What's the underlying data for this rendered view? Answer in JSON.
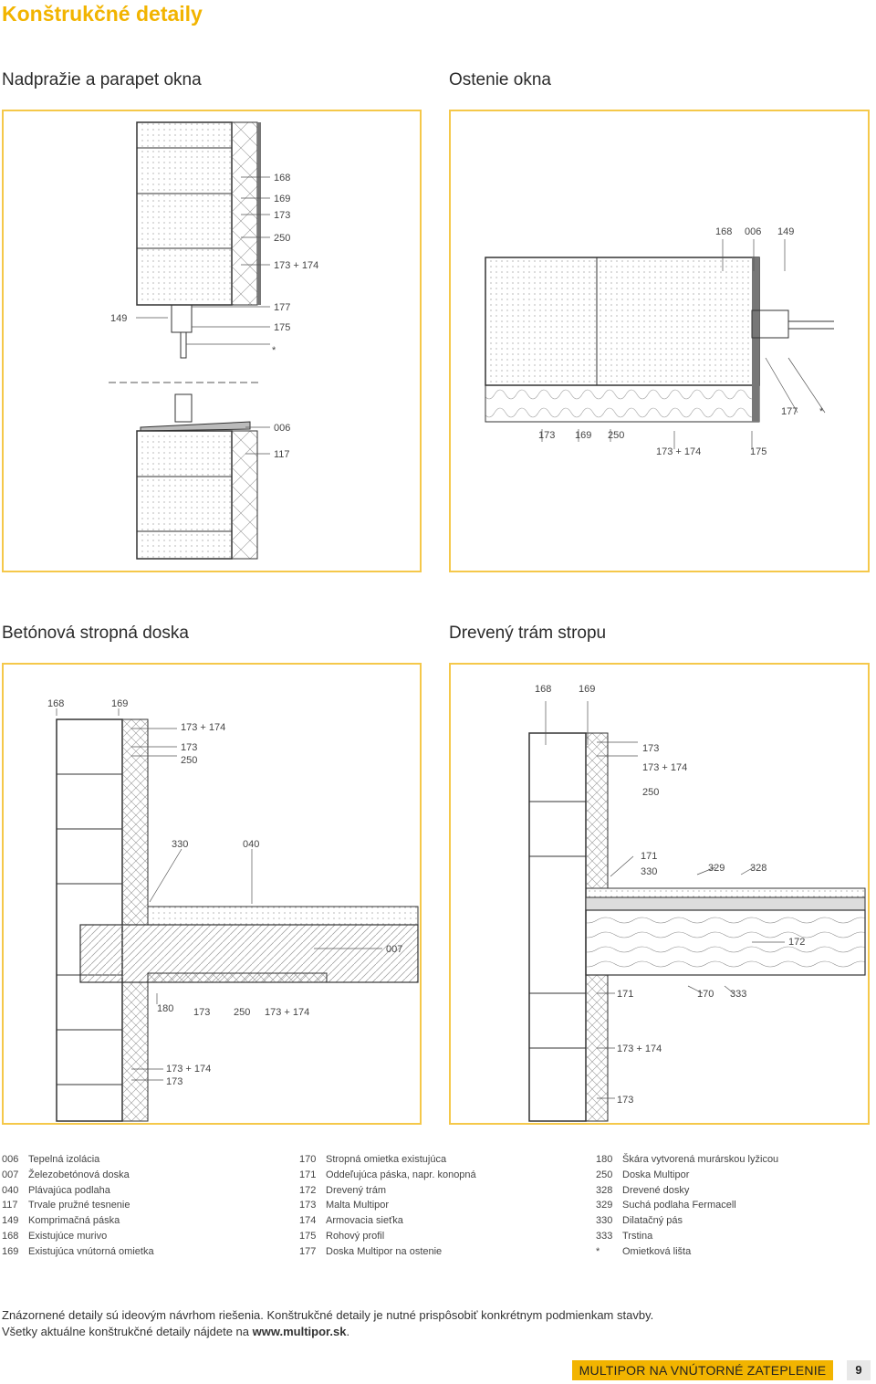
{
  "page_title": "Konštrukčné detaily",
  "sections": {
    "s1": "Nadpražie a parapet okna",
    "s2": "Ostenie okna",
    "s3": "Betónová stropná doska",
    "s4": "Drevený trám stropu"
  },
  "panel1_labels": [
    "168",
    "169",
    "173",
    "250",
    "173 + 174",
    "149",
    "177",
    "175",
    "*",
    "006",
    "117"
  ],
  "panel2_labels": [
    "168",
    "006",
    "149",
    "177",
    "*",
    "173",
    "169",
    "250",
    "173 + 174",
    "175"
  ],
  "panel3_labels": [
    "168",
    "169",
    "173 + 174",
    "173",
    "250",
    "330",
    "040",
    "007",
    "180",
    "173",
    "250",
    "173 + 174",
    "173 + 174",
    "173"
  ],
  "panel4_labels": [
    "168",
    "169",
    "173",
    "173 + 174",
    "250",
    "171",
    "330",
    "329",
    "328",
    "172",
    "171",
    "170",
    "333",
    "173 + 174",
    "173"
  ],
  "legend": [
    [
      {
        "code": "006",
        "text": "Tepelná izolácia"
      },
      {
        "code": "007",
        "text": "Železobetónová doska"
      },
      {
        "code": "040",
        "text": "Plávajúca podlaha"
      },
      {
        "code": "117",
        "text": "Trvale pružné tesnenie"
      },
      {
        "code": "149",
        "text": "Komprimačná páska"
      },
      {
        "code": "168",
        "text": "Existujúce murivo"
      },
      {
        "code": "169",
        "text": "Existujúca vnútorná omietka"
      }
    ],
    [
      {
        "code": "170",
        "text": "Stropná omietka existujúca"
      },
      {
        "code": "171",
        "text": "Oddeľujúca páska, napr. konopná"
      },
      {
        "code": "172",
        "text": "Drevený trám"
      },
      {
        "code": "173",
        "text": "Malta Multipor"
      },
      {
        "code": "174",
        "text": "Armovacia sieťka"
      },
      {
        "code": "175",
        "text": "Rohový profil"
      },
      {
        "code": "177",
        "text": "Doska Multipor na ostenie"
      }
    ],
    [
      {
        "code": "180",
        "text": "Škára vytvorená murárskou lyžicou"
      },
      {
        "code": "250",
        "text": "Doska Multipor"
      },
      {
        "code": "328",
        "text": "Drevené dosky"
      },
      {
        "code": "329",
        "text": "Suchá podlaha Fermacell"
      },
      {
        "code": "330",
        "text": "Dilatačný pás"
      },
      {
        "code": "333",
        "text": "Trstina"
      },
      {
        "code": "*",
        "text": "Omietková lišta"
      }
    ]
  ],
  "note": {
    "line1": "Znázornené detaily sú ideovým návrhom riešenia. Konštrukčné detaily je nutné prispôsobiť konkrétnym podmienkam stavby.",
    "line2_prefix": "Všetky aktuálne konštrukčné detaily nájdete na ",
    "line2_link": "www.multipor.sk",
    "line2_suffix": "."
  },
  "footer": {
    "title": "MULTIPOR NA VNÚTORNÉ ZATEPLENIE",
    "page": "9"
  },
  "colors": {
    "accent": "#f2b400",
    "panel_border": "#f5c84a"
  }
}
